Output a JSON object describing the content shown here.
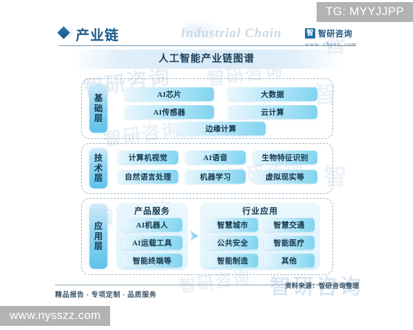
{
  "overlays": {
    "tg_banner": "TG: MYYJJPP",
    "url_banner": "www.nysszz.com"
  },
  "header": {
    "title": "产业链",
    "subtitle_watermark": "Industrial Chain",
    "diamond_icon": "diamond-icon"
  },
  "brand": {
    "mark": "智",
    "name": "智研咨询",
    "url": "www. chyxx. com"
  },
  "chart": {
    "title": "人工智能产业链图谱"
  },
  "layers": {
    "foundation": {
      "label_chars": [
        "基",
        "础",
        "层"
      ],
      "items": [
        "AI芯片",
        "大数据",
        "AI传感器",
        "云计算",
        "边缘计算"
      ]
    },
    "technology": {
      "label_chars": [
        "技",
        "术",
        "层"
      ],
      "items": [
        "计算机视觉",
        "AI语音",
        "生物特征识别",
        "自然语言处理",
        "机器学习",
        "虚拟现实等"
      ]
    },
    "application": {
      "label_chars": [
        "应",
        "用",
        "层"
      ],
      "product": {
        "title": "产品服务",
        "items": [
          "AI机器人",
          "AI运载工具",
          "智能终端等"
        ]
      },
      "industry": {
        "title": "行业应用",
        "items": [
          "智慧城市",
          "智慧交通",
          "公共安全",
          "智能医疗",
          "智能制造",
          "其他"
        ]
      }
    }
  },
  "footer": {
    "tagline": "精品报告 · 专项定制 · 品质服务",
    "source": "资料来源：智研咨询整理"
  },
  "watermarks": {
    "text": "智研咨询",
    "mark": "智"
  },
  "colors": {
    "accent_blue": "#1c5c8c",
    "pill_light": "#eaf7fd",
    "pill_dark": "#7fd3f0",
    "layer_label": "#5fc2ea",
    "banner_gray": "#b3b3b3",
    "dashed_border": "#9fb4c4"
  }
}
